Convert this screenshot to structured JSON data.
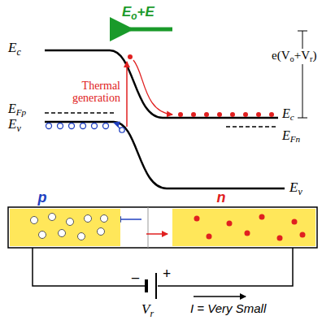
{
  "diagram": {
    "nodes": [
      {
        "text": [
          "p"
        ]
      },
      {
        "text": [
          "n"
        ]
      }
    ],
    "labels": [
      "Eo+E",
      "Ec",
      "EFp",
      "Ev",
      "Thermal generation",
      "e(Vo+Vr)",
      "Ec",
      "EFn",
      "Ev",
      "–",
      "+",
      "Vr",
      "I = Very Small"
    ]
  }
}
